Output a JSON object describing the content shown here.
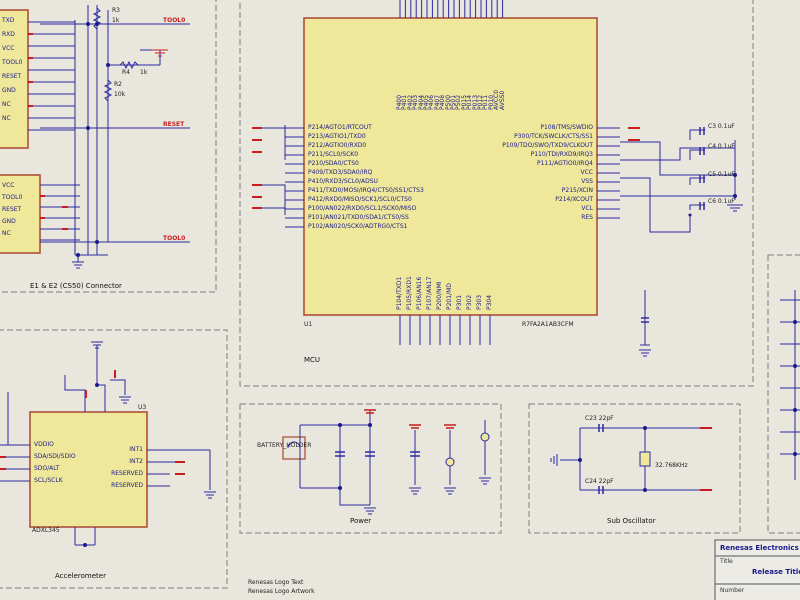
{
  "colors": {
    "background": "#e9e6dd",
    "border": "#7f7f7f",
    "wire": "#2a2aa0",
    "component_fill": "#efe89a",
    "component_stroke": "#a8462e",
    "net_label": "#c81e1e",
    "junction": "#1a1a8c"
  },
  "blocks": {
    "connector": {
      "title": "E1 & E2 (CS50) Connector"
    },
    "mcu": {
      "title": "MCU",
      "ref": "U1",
      "part": "R7FA2A1AB3CFM"
    },
    "accelerometer": {
      "title": "Accelerometer",
      "ref": "U3",
      "part": "ADXL345"
    },
    "power": {
      "title": "Power",
      "battery_label": "BATTERY_HOLDER"
    },
    "oscillator": {
      "title": "Sub Oscillator",
      "crystal": "32.768KHz",
      "cap_a": "C23 22pF",
      "cap_b": "C24 22pF"
    },
    "right_sheet": {
      "title": ""
    }
  },
  "net_labels": {
    "top1": "TOOL0",
    "mid1": "RESET",
    "low1": "TOOL0",
    "r3": "R3",
    "r4": "R4",
    "r2": "R2",
    "val_1k": "1k",
    "val_10k": "10k",
    "val_1k2": "1k"
  },
  "mcu_left_pins": [
    "P214/AGTO1/RTCOUT",
    "P213/AGTIO1/TXD0",
    "P212/AGTIO0/RXD0",
    "P211/SCL0/SCK0",
    "P210/SDA0/CTS0",
    "P409/TXD3/SDA0/IRQ",
    "P410/RXD3/SCL0/ADSU",
    "P411/TXD0/MOSI/IRQ4/CTS0/SS1/CTS3",
    "P412/RXD0/MISO/SCK1/SCL0/CTS0",
    "P100/AN022/RXD0/SCL1/SCK0/MISO",
    "P101/AN021/TXD0/SDA1/CTS0/SS",
    "P102/AN020/SCK0/ADTRG0/CTS1"
  ],
  "mcu_right_pins": [
    "P108/TMS/SWDIO",
    "P300/TCK/SWCLK/CTS/SS1",
    "P109/TDO/SWO/TXD9/CLKOUT",
    "P110/TDI/RXD9/IRQ3",
    "P111/AGTIO0/IRQ4",
    "VCC",
    "VSS",
    "P215/XCIN",
    "P214/XCOUT",
    "VCL",
    "RES"
  ],
  "mcu_top_pins": [
    "P400",
    "P401",
    "P402",
    "P403",
    "P404",
    "P405",
    "P406",
    "P407",
    "P408",
    "P500",
    "P501",
    "P502",
    "P015",
    "P014",
    "P013",
    "P012",
    "P011",
    "P010",
    "AVCC0",
    "AVSS0"
  ],
  "mcu_bottom_pins": [
    "P104/TXD1",
    "P105/RXD1",
    "P106/AN16",
    "P107/AN17",
    "P200/NMI",
    "P201/MD",
    "P301",
    "P302",
    "P303",
    "P304"
  ],
  "accel_pins": {
    "left": [
      "VDDIO",
      "SDA/SDI/SDIO",
      "SDO/ALT",
      "SCL/SCLK"
    ],
    "right": [
      "INT1",
      "INT2",
      "RESERVED",
      "RESERVED"
    ]
  },
  "right_caps": [
    "C3 0.1uF",
    "C4 0.1uF",
    "C5 0.1uF",
    "C6 0.1uF"
  ],
  "connector_pins": [
    "TXD",
    "RXD",
    "VCC",
    "TOOL0",
    "RESET",
    "GND",
    "NC",
    "NC"
  ],
  "connector2_pins": [
    "VCC",
    "TOOL0",
    "RESET",
    "GND",
    "NC"
  ],
  "bottom_notes": [
    "Renesas Logo Text",
    "Renesas Logo Artwork"
  ],
  "title_block": {
    "company": "Renesas Electronics",
    "title_label": "Title",
    "title_value": "Release Title",
    "number_label": "Number"
  }
}
